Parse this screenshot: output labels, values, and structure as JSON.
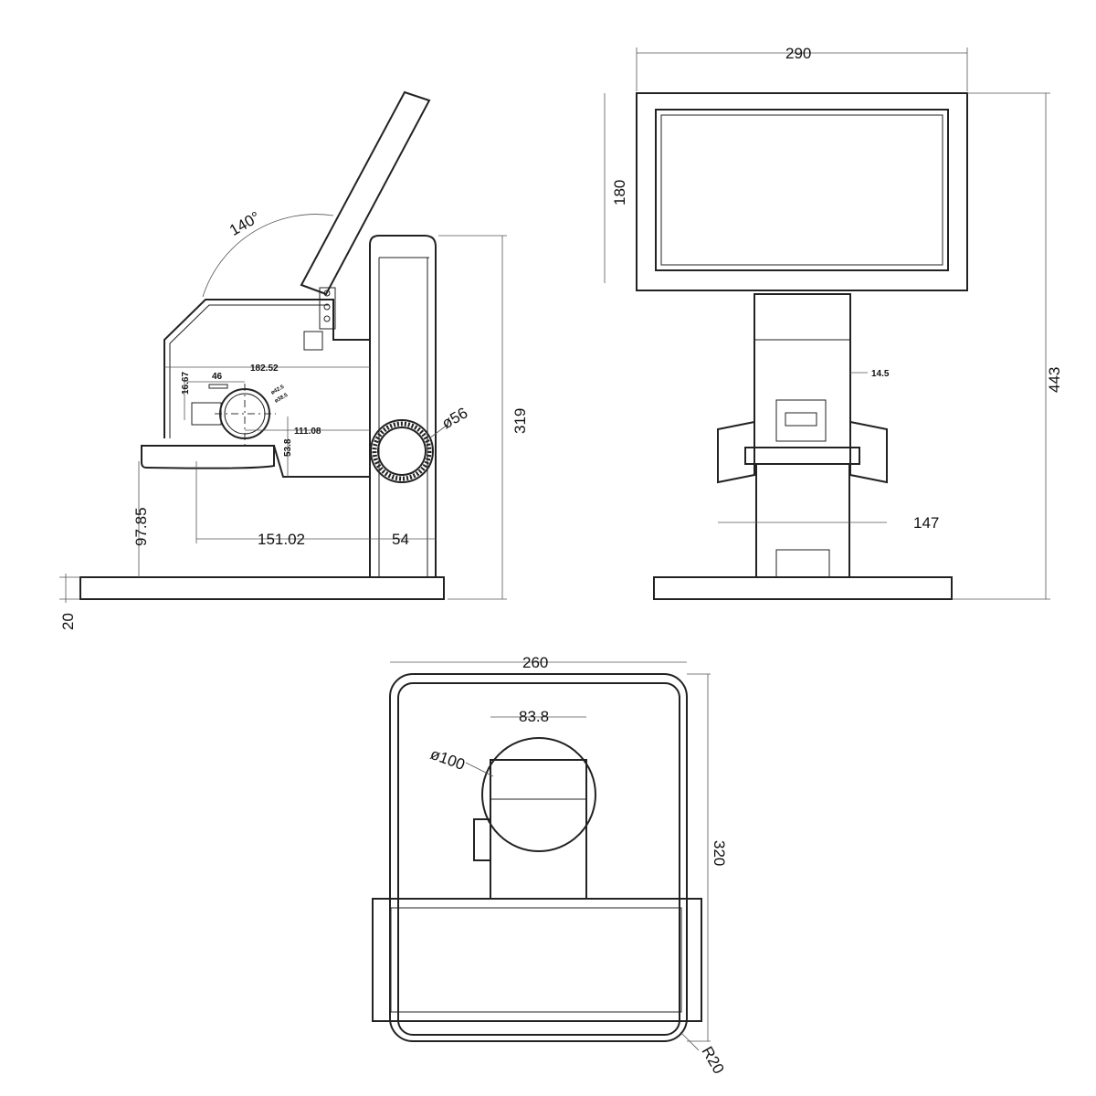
{
  "side_view": {
    "angle": "140°",
    "width_top": "182.52",
    "width_46": "46",
    "height_16": "16.67",
    "dia_small_1": "ø42.5",
    "dia_small_2": "ø38.5",
    "offset": "111.08",
    "height_53": "53.8",
    "knob_dia": "ø56",
    "height_total": "319",
    "stage_height": "97.85",
    "reach": "151.02",
    "column": "54",
    "base_height": "20"
  },
  "front_view": {
    "monitor_width": "290",
    "monitor_height": "180",
    "total_height": "443",
    "offset": "14.5",
    "knob_span": "147"
  },
  "top_view": {
    "base_width": "260",
    "head_width": "83.8",
    "head_dia": "ø100",
    "base_depth": "320",
    "corner_radius": "R20"
  }
}
